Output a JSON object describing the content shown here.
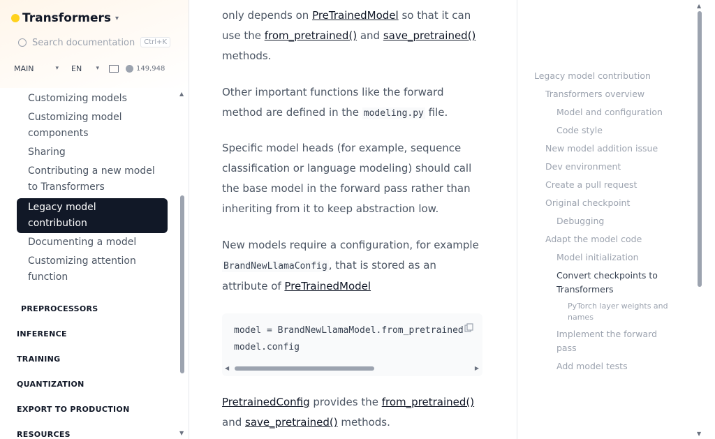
{
  "header": {
    "brand": "Transformers",
    "search_placeholder": "Search documentation",
    "search_shortcut": "Ctrl+K",
    "version": "MAIN",
    "language": "EN",
    "github_stars": "149,948"
  },
  "sidebar": {
    "items": [
      {
        "label": "Customizing models",
        "active": false
      },
      {
        "label": "Customizing model components",
        "active": false
      },
      {
        "label": "Sharing",
        "active": false
      },
      {
        "label": "Contributing a new model to Transformers",
        "active": false
      },
      {
        "label": "Legacy model contribution",
        "active": true
      },
      {
        "label": "Documenting a model",
        "active": false
      },
      {
        "label": "Customizing attention function",
        "active": false
      }
    ],
    "sections": [
      "PREPROCESSORS",
      "INFERENCE",
      "TRAINING",
      "QUANTIZATION",
      "EXPORT TO PRODUCTION",
      "RESOURCES"
    ]
  },
  "main": {
    "p1": {
      "pre": "only depends on ",
      "link1": "PreTrainedModel",
      "mid1": " so that it can use the ",
      "link2": "from_pretrained()",
      "mid2": " and ",
      "link3": "save_pretrained()",
      "post": " methods."
    },
    "p2": {
      "pre": "Other important functions like the forward method are defined in the ",
      "code": "modeling.py",
      "post": " file."
    },
    "p3": "Specific model heads (for example, sequence classification or language modeling) should call the base model in the forward pass rather than inheriting from it to keep abstraction low.",
    "p4": {
      "pre": "New models require a configuration, for example ",
      "code": "BrandNewLlamaConfig",
      "mid": ", that is stored as an attribute of ",
      "link": "PreTrainedModel"
    },
    "code_lines": [
      "model = BrandNewLlamaModel.from_pretrained",
      "model.config"
    ],
    "p5": {
      "link1": "PretrainedConfig",
      "mid1": " provides the ",
      "link2": "from_pretrained()",
      "mid2": " and ",
      "link3": "save_pretrained()",
      "post": " methods."
    }
  },
  "toc": {
    "items": [
      {
        "label": "Legacy model contribution",
        "level": 1,
        "current": false
      },
      {
        "label": "Transformers overview",
        "level": 2,
        "current": false
      },
      {
        "label": "Model and configuration",
        "level": 2,
        "current": false
      },
      {
        "label": "Code style",
        "level": 2,
        "current": false
      },
      {
        "label": "New model addition issue",
        "level": 1,
        "current": false
      },
      {
        "label": "Dev environment",
        "level": 1,
        "current": false
      },
      {
        "label": "Create a pull request",
        "level": 1,
        "current": false
      },
      {
        "label": "Original checkpoint",
        "level": 1,
        "current": false
      },
      {
        "label": "Debugging",
        "level": 2,
        "current": false
      },
      {
        "label": "Adapt the model code",
        "level": 1,
        "current": false
      },
      {
        "label": "Model initialization",
        "level": 2,
        "current": false
      },
      {
        "label": "Convert checkpoints to Transformers",
        "level": 2,
        "current": true
      },
      {
        "label": "PyTorch layer weights and names",
        "level": 3,
        "current": false
      },
      {
        "label": "Implement the forward pass",
        "level": 2,
        "current": false
      },
      {
        "label": "Add model tests",
        "level": 2,
        "current": false
      }
    ]
  }
}
